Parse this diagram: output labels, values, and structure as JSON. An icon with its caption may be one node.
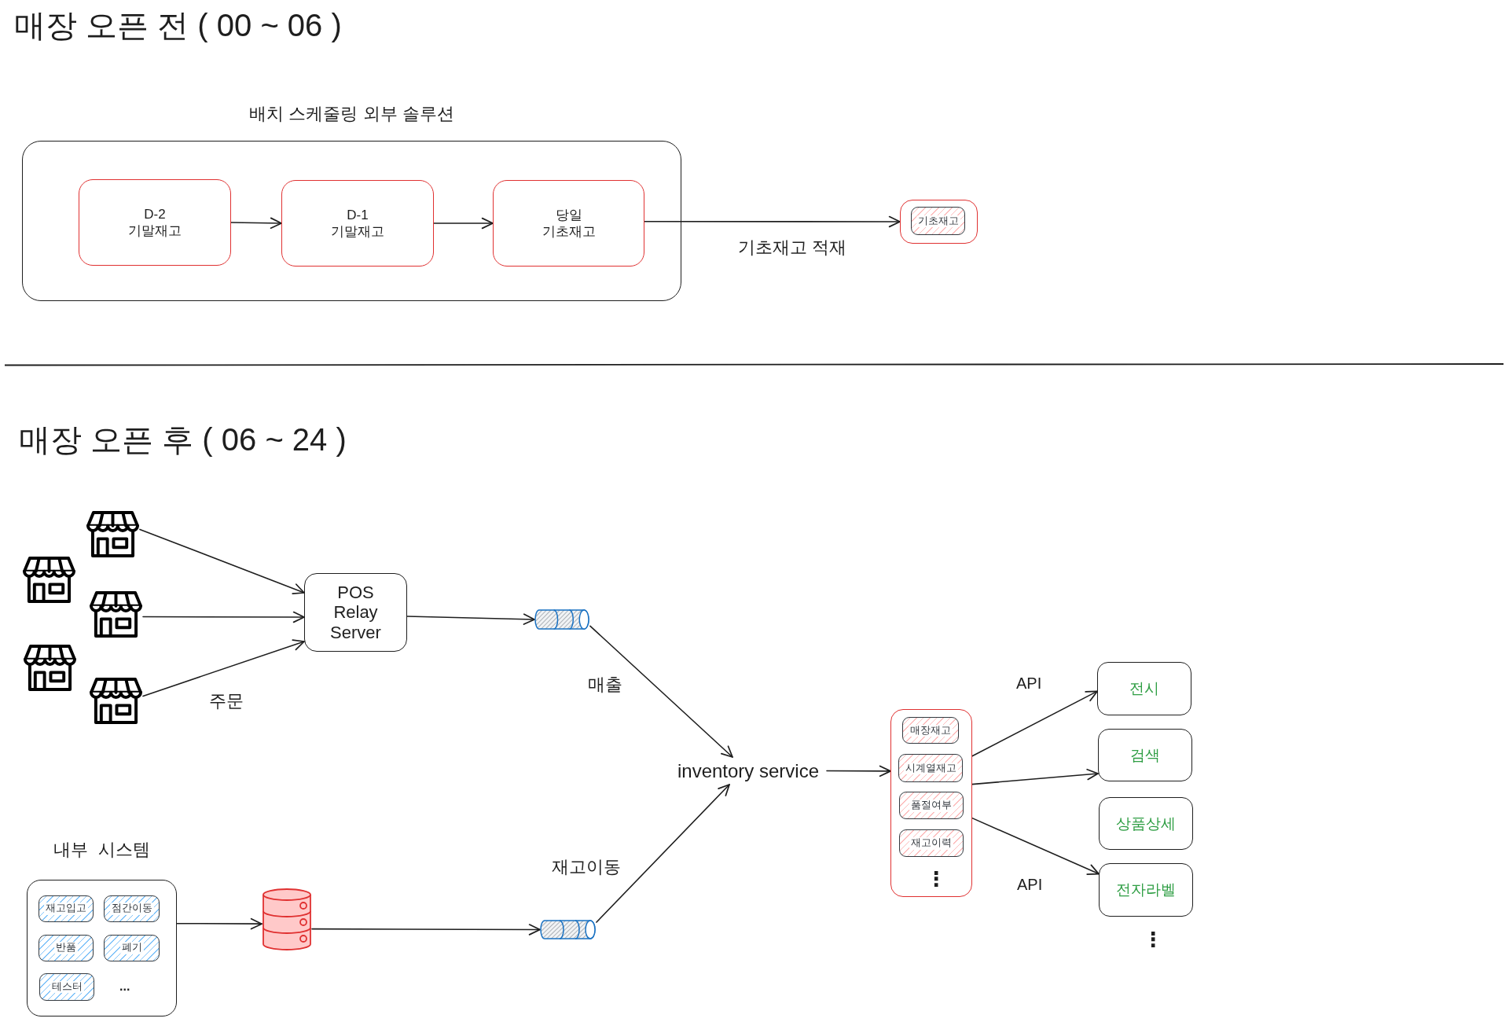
{
  "diagram": {
    "nodes": [
      {
        "text": [
          "배치 스케줄링 외부 솔루션"
        ]
      },
      {
        "text": [
          "D-2 기말재고"
        ],
        "in": 0
      },
      {
        "text": [
          "D-1 기말재고"
        ],
        "in": 0
      },
      {
        "text": [
          "당일 기초재고"
        ],
        "in": 0
      },
      {
        "text": [],
        "shape": "box"
      },
      {
        "text": [
          "기초재고"
        ],
        "in": 4
      },
      {
        "text": [],
        "shape": "picture"
      },
      {
        "text": [],
        "shape": "picture"
      },
      {
        "text": [],
        "shape": "picture"
      },
      {
        "text": [],
        "shape": "picture"
      },
      {
        "text": [],
        "shape": "picture"
      },
      {
        "text": [
          "POS Relay Server"
        ]
      },
      {
        "text": [],
        "shape": "cylinder"
      },
      {
        "text": [
          "inventory service"
        ]
      },
      {
        "text": [],
        "shape": "box"
      },
      {
        "text": [
          "매장재고"
        ],
        "in": 14
      },
      {
        "text": [
          "시계열재고"
        ],
        "in": 14
      },
      {
        "text": [
          "품절여부"
        ],
        "in": 14
      },
      {
        "text": [
          "재고이력"
        ],
        "in": 14
      },
      {
        "text": [
          "전시"
        ]
      },
      {
        "text": [
          "검색"
        ]
      },
      {
        "text": [
          "상품상세"
        ]
      },
      {
        "text": [
          "전자라벨"
        ]
      },
      {
        "text": [
          "내부 시스템"
        ]
      },
      {
        "text": [
          "재고입고"
        ],
        "in": 23
      },
      {
        "text": [
          "점간이동"
        ],
        "in": 23
      },
      {
        "text": [
          "반품"
        ],
        "in": 23
      },
      {
        "text": [
          "폐기"
        ],
        "in": 23
      },
      {
        "text": [
          "테스터"
        ],
        "in": 23
      },
      {
        "text": [],
        "shape": "cylinder"
      },
      {
        "text": [],
        "shape": "cylinder"
      }
    ],
    "edges": [
      {
        "from": 1,
        "to": 2,
        "arrow": "to"
      },
      {
        "from": 2,
        "to": 3,
        "arrow": "to"
      },
      {
        "from": 3,
        "to": 4,
        "arrow": "to",
        "label": "기초재고 적재"
      },
      {
        "from": 6,
        "to": 11,
        "arrow": "to"
      },
      {
        "from": 8,
        "to": 11,
        "arrow": "to"
      },
      {
        "from": 10,
        "to": 11,
        "arrow": "to",
        "label": "주문"
      },
      {
        "from": 11,
        "to": 12,
        "arrow": "to"
      },
      {
        "from": 12,
        "to": 13,
        "arrow": "to",
        "label": "매출"
      },
      {
        "from": 13,
        "to": 14,
        "arrow": "to"
      },
      {
        "from": 14,
        "to": 19,
        "arrow": "to",
        "label": "API"
      },
      {
        "from": 14,
        "to": 20,
        "arrow": "to"
      },
      {
        "from": 14,
        "to": 22,
        "arrow": "to",
        "label": "API"
      },
      {
        "from": 23,
        "to": 29,
        "arrow": "to"
      },
      {
        "from": 29,
        "to": 30,
        "arrow": "to"
      },
      {
        "from": 30,
        "to": 13,
        "arrow": "to",
        "label": "재고이동"
      }
    ],
    "labels": [
      "매장 오픈 전 ( 00 ~ 06 )",
      "매장 오픈 후 ( 06 ~ 24 )",
      "⋮",
      "⋮",
      "..."
    ]
  }
}
